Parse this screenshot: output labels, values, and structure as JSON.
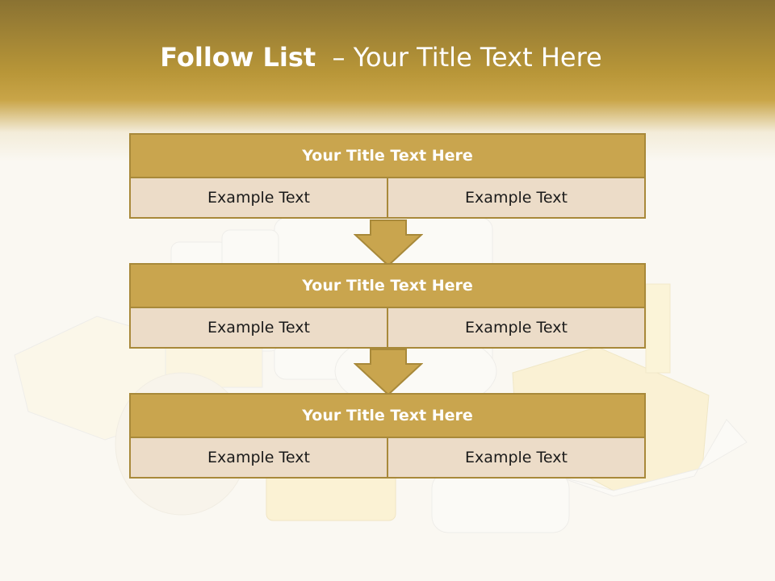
{
  "title": {
    "bold": "Follow List",
    "rest": "– Your Title Text Here"
  },
  "blocks": [
    {
      "title": "Your Title Text Here",
      "left": "Example Text",
      "right": "Example Text"
    },
    {
      "title": "Your Title Text Here",
      "left": "Example Text",
      "right": "Example Text"
    },
    {
      "title": "Your Title Text Here",
      "left": "Example Text",
      "right": "Example Text"
    }
  ],
  "colors": {
    "accent": "#c9a54e",
    "border": "#a8893a",
    "cell": "#ecdcc8",
    "band": "#b89638"
  }
}
